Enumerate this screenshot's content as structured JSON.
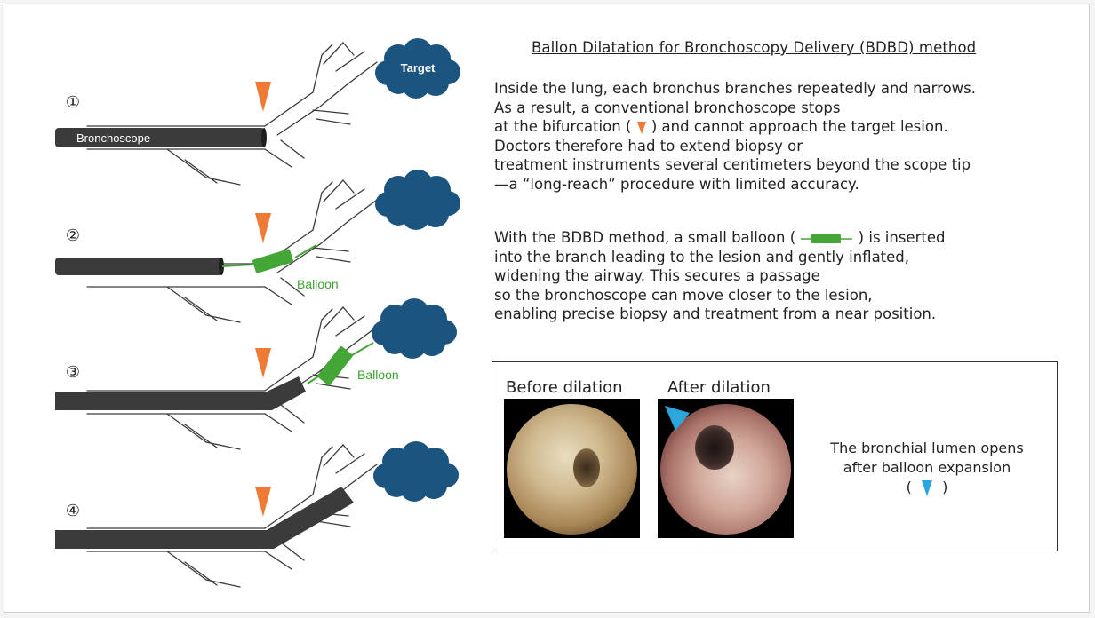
{
  "title": "Ballon Dilatation for Bronchoscopy Delivery (BDBD) method",
  "paragraph1": {
    "line1": "Inside the lung, each bronchus branches repeatedly and narrows.",
    "line2": "As a result, a conventional bronchoscope stops",
    "line3_before": "at the bifurcation (",
    "line3_after": ") and cannot approach the target lesion.",
    "line4": "Doctors therefore had to extend biopsy or",
    "line5": "treatment instruments several centimeters beyond the scope tip",
    "line6": "—a “long-reach” procedure with limited accuracy."
  },
  "paragraph2": {
    "line1_before": "With the BDBD method, a small balloon (",
    "line1_after": ") is inserted",
    "line2": "into the branch leading to the lesion and gently inflated,",
    "line3": "widening the airway. This secures a passage",
    "line4": "so the bronchoscope can move closer to the lesion,",
    "line5": "enabling precise biopsy and treatment from a near position."
  },
  "steps": [
    "①",
    "②",
    "③",
    "④"
  ],
  "labels": {
    "bronchoscope": "Bronchoscope",
    "target": "Target",
    "balloon": "Balloon"
  },
  "photos": {
    "before_label": "Before dilation",
    "after_label": "After dilation"
  },
  "caption": {
    "line1": "The bronchial lumen opens",
    "line2": "after balloon expansion",
    "open": "(",
    "close": ")"
  },
  "colors": {
    "bifurcation_marker": "#ee7a34",
    "balloon": "#44a637",
    "balloon_text": "#3da32f",
    "target_cloud": "#1c5480",
    "lumen_marker": "#2aa6dd",
    "scope": "#3b3b3b"
  }
}
